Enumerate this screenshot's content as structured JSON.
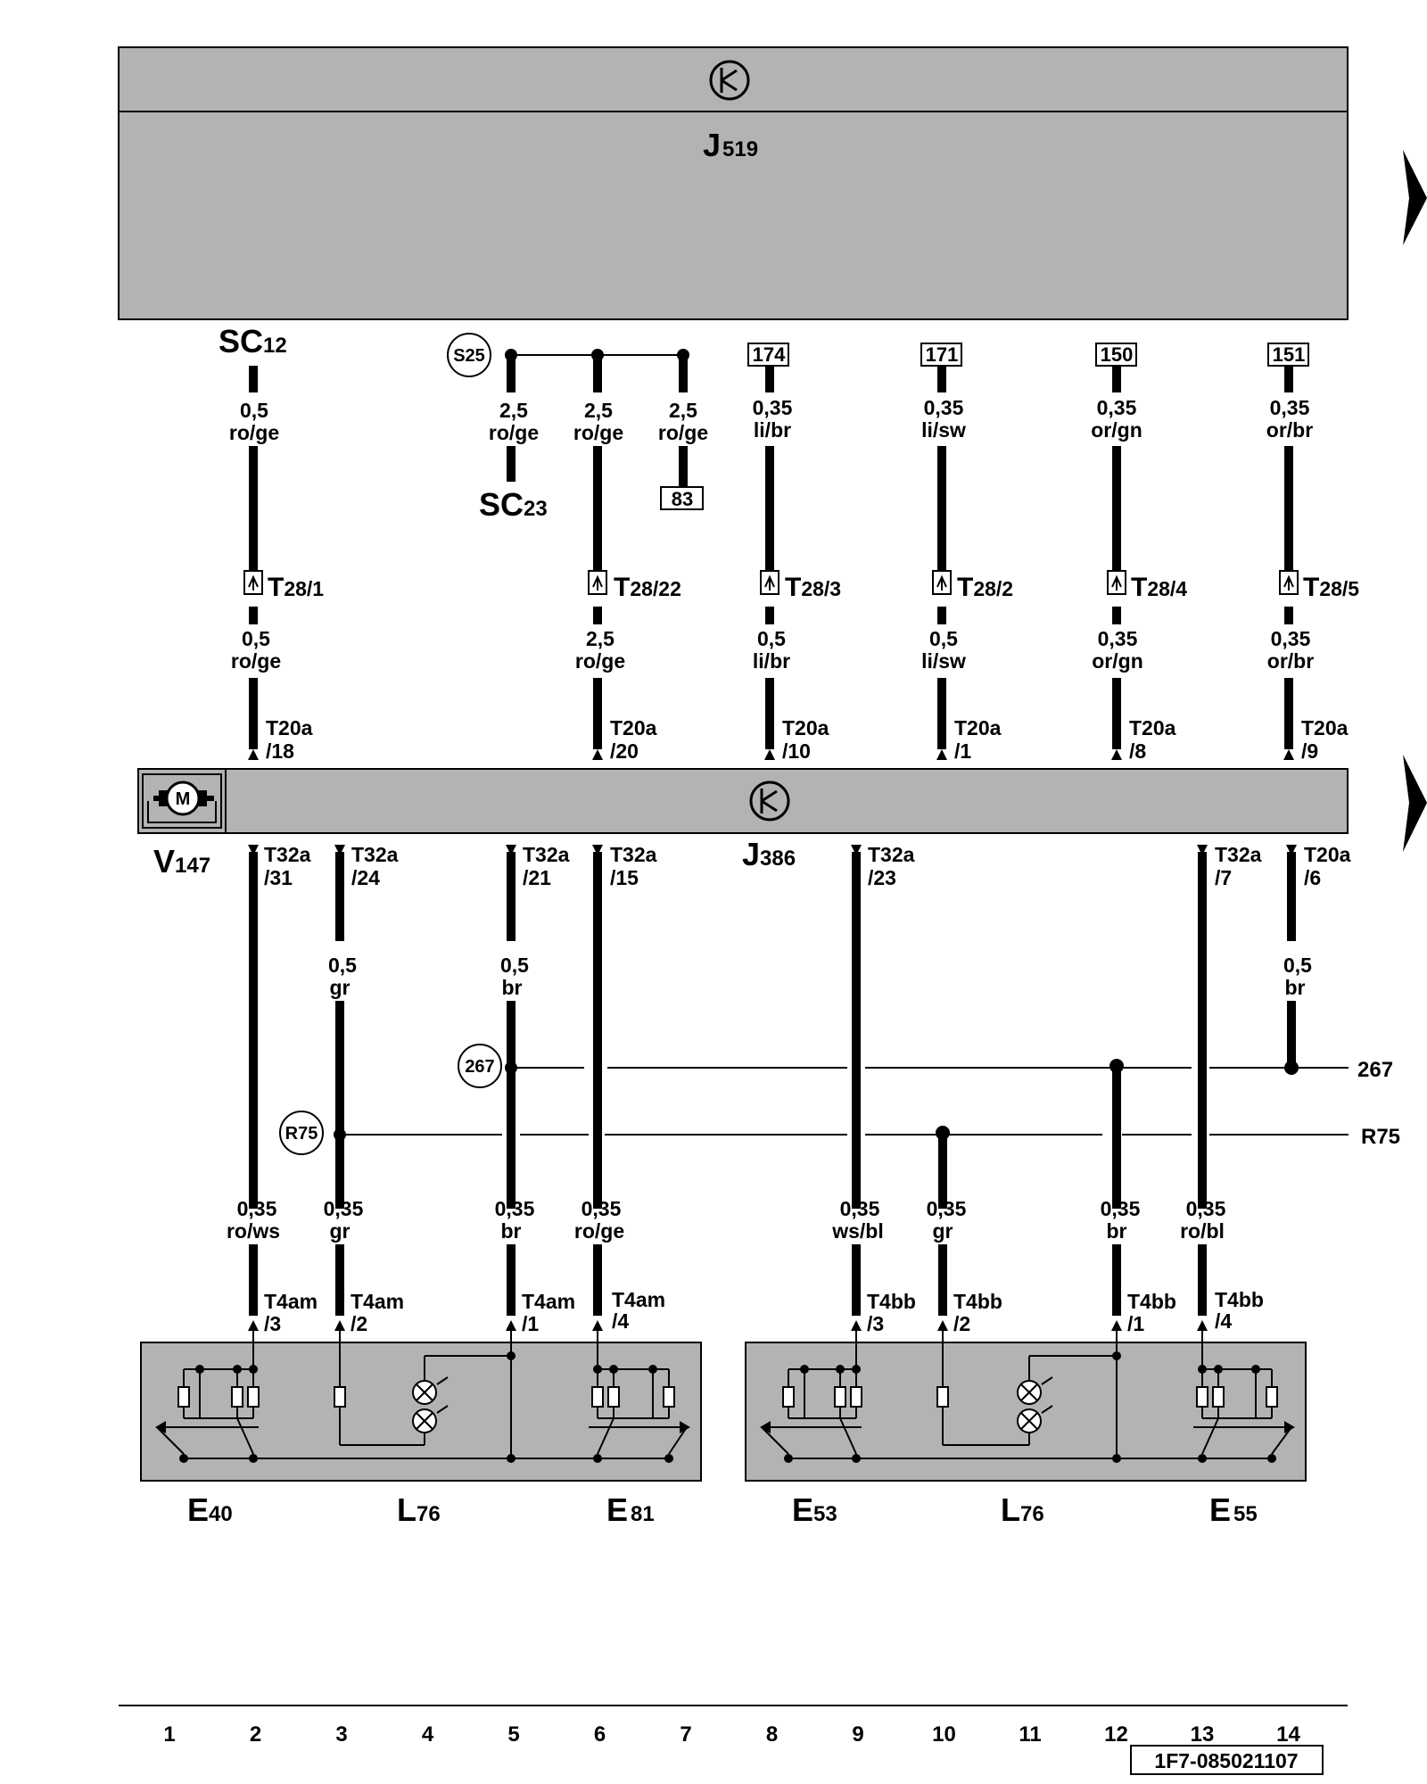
{
  "diagram": {
    "doc_id": "1F7-085021107",
    "upper_module": {
      "letter": "J",
      "number": "519"
    },
    "lower_module": {
      "letter": "J",
      "number": "386"
    },
    "motor": {
      "letter": "V",
      "number": "147",
      "symbol": "M"
    },
    "nodes": {
      "sc12": {
        "letter": "SC",
        "number": "12"
      },
      "sc23": {
        "letter": "SC",
        "number": "23"
      },
      "s25": "S25",
      "n267": "267",
      "r75": "R75"
    },
    "refs": {
      "r174": "174",
      "r171": "171",
      "r150": "150",
      "r151": "151",
      "r83": "83"
    },
    "bus_labels": {
      "b267": "267",
      "bR75": "R75"
    },
    "top_wires": {
      "w2": {
        "size": "0,5",
        "color": "ro/ge"
      },
      "w5": {
        "size": "2,5",
        "color": "ro/ge"
      },
      "w6": {
        "size": "2,5",
        "color": "ro/ge"
      },
      "w7": {
        "size": "2,5",
        "color": "ro/ge"
      },
      "w8": {
        "size": "0,35",
        "color": "li/br"
      },
      "w10": {
        "size": "0,35",
        "color": "li/sw"
      },
      "w12": {
        "size": "0,35",
        "color": "or/gn"
      },
      "w14": {
        "size": "0,35",
        "color": "or/br"
      }
    },
    "t28": {
      "c2": {
        "name": "T",
        "pin": "28/1"
      },
      "c6": {
        "name": "T",
        "pin": "28/22"
      },
      "c8": {
        "name": "T",
        "pin": "28/3"
      },
      "c10": {
        "name": "T",
        "pin": "28/2"
      },
      "c12": {
        "name": "T",
        "pin": "28/4"
      },
      "c14": {
        "name": "T",
        "pin": "28/5"
      }
    },
    "mid_wires": {
      "w2": {
        "size": "0,5",
        "color": "ro/ge"
      },
      "w6": {
        "size": "2,5",
        "color": "ro/ge"
      },
      "w8": {
        "size": "0,5",
        "color": "li/br"
      },
      "w10": {
        "size": "0,5",
        "color": "li/sw"
      },
      "w12": {
        "size": "0,35",
        "color": "or/gn"
      },
      "w14": {
        "size": "0,35",
        "color": "or/br"
      }
    },
    "t20_pins": {
      "c2": {
        "name": "T20a",
        "pin": "/18"
      },
      "c6": {
        "name": "T20a",
        "pin": "/20"
      },
      "c8": {
        "name": "T20a",
        "pin": "/10"
      },
      "c10": {
        "name": "T20a",
        "pin": "/1"
      },
      "c12": {
        "name": "T20a",
        "pin": "/8"
      },
      "c14": {
        "name": "T20a",
        "pin": "/9"
      }
    },
    "lower_pins": {
      "c2": {
        "name": "T32a",
        "pin": "/31"
      },
      "c3": {
        "name": "T32a",
        "pin": "/24"
      },
      "c5": {
        "name": "T32a",
        "pin": "/21"
      },
      "c6": {
        "name": "T32a",
        "pin": "/15"
      },
      "c9": {
        "name": "T32a",
        "pin": "/23"
      },
      "c13": {
        "name": "T32a",
        "pin": "/7"
      },
      "c14": {
        "name": "T20a",
        "pin": "/6"
      }
    },
    "upper_low_wires": {
      "w3": {
        "size": "0,5",
        "color": "gr"
      },
      "w5": {
        "size": "0,5",
        "color": "br"
      },
      "w14": {
        "size": "0,5",
        "color": "br"
      }
    },
    "bottom_wires": {
      "w2": {
        "size": "0,35",
        "color": "ro/ws"
      },
      "w3": {
        "size": "0,35",
        "color": "gr"
      },
      "w5": {
        "size": "0,35",
        "color": "br"
      },
      "w6": {
        "size": "0,35",
        "color": "ro/ge"
      },
      "w9": {
        "size": "0,35",
        "color": "ws/bl"
      },
      "w10": {
        "size": "0,35",
        "color": "gr"
      },
      "w12": {
        "size": "0,35",
        "color": "br"
      },
      "w13": {
        "size": "0,35",
        "color": "ro/bl"
      }
    },
    "t4_pins": {
      "c2": {
        "name": "T4am",
        "pin": "/3"
      },
      "c3": {
        "name": "T4am",
        "pin": "/2"
      },
      "c5": {
        "name": "T4am",
        "pin": "/1"
      },
      "c6": {
        "name": "T4am",
        "pin": "/4"
      },
      "c9": {
        "name": "T4bb",
        "pin": "/3"
      },
      "c10": {
        "name": "T4bb",
        "pin": "/2"
      },
      "c12": {
        "name": "T4bb",
        "pin": "/1"
      },
      "c13": {
        "name": "T4bb",
        "pin": "/4"
      }
    },
    "components": {
      "e40": {
        "letter": "E",
        "number": "40"
      },
      "l76a": {
        "letter": "L",
        "number": "76"
      },
      "e81": {
        "letter": "E",
        "number": "81"
      },
      "e53": {
        "letter": "E",
        "number": "53"
      },
      "l76b": {
        "letter": "L",
        "number": "76"
      },
      "e55": {
        "letter": "E",
        "number": "55"
      }
    },
    "columns": [
      "1",
      "2",
      "3",
      "4",
      "5",
      "6",
      "7",
      "8",
      "9",
      "10",
      "11",
      "12",
      "13",
      "14"
    ]
  }
}
